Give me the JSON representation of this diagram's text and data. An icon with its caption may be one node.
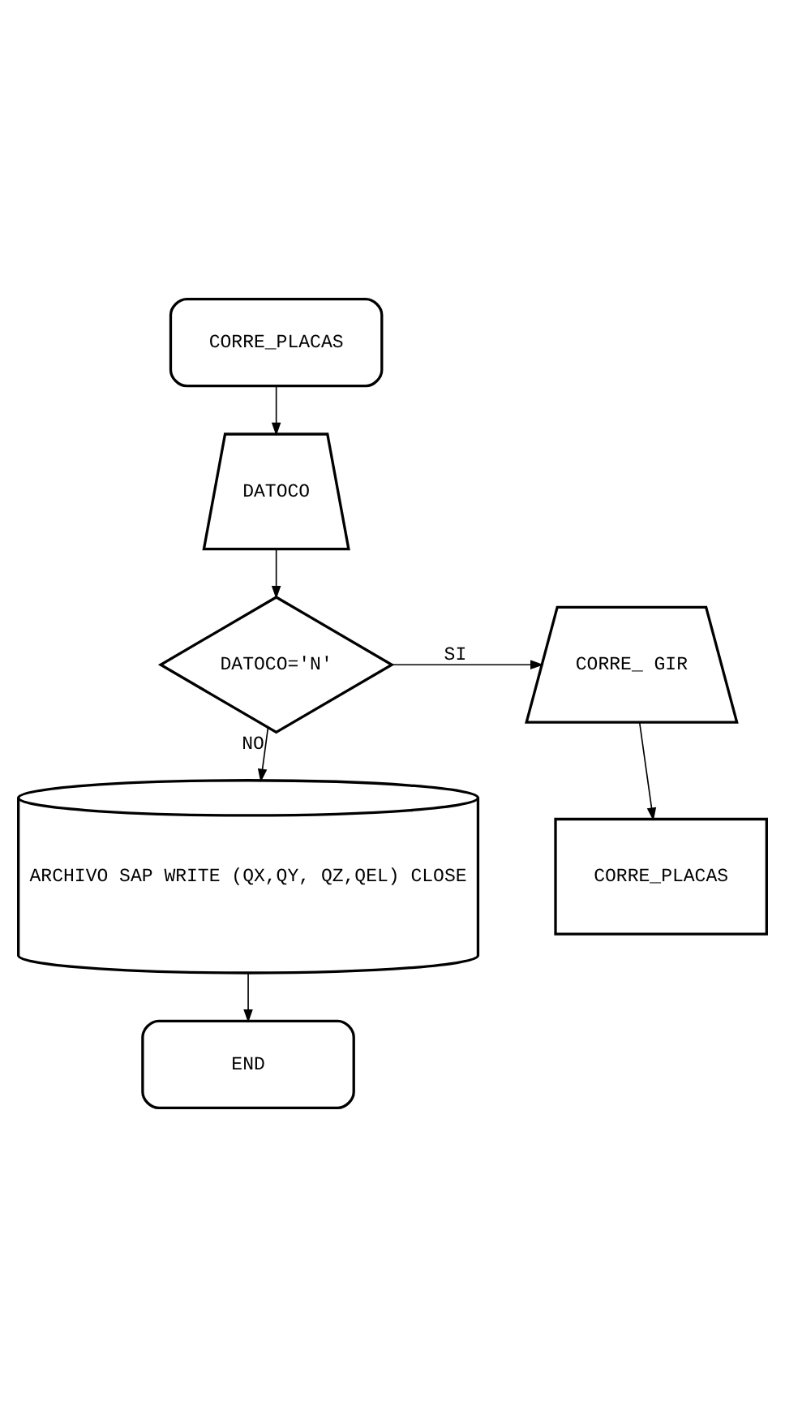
{
  "diagram": {
    "nodes": [
      {
        "text": [
          "CORRE_PLACAS"
        ]
      },
      {
        "text": [
          "DATOCO"
        ]
      },
      {
        "text": [
          "DATOCO='N'"
        ]
      },
      {
        "text": [
          "CORRE_ GIR"
        ]
      },
      {
        "text": [
          "CORRE_PLACAS"
        ]
      },
      {
        "text": [
          "ARCHIVO SAP WRITE (QX,QY, QZ,QEL) CLOSE"
        ]
      },
      {
        "text": [
          "END"
        ]
      }
    ],
    "edges": [
      {
        "from": 0,
        "to": 1,
        "arrow": "to"
      },
      {
        "from": 1,
        "to": 2,
        "arrow": "to"
      },
      {
        "from": 2,
        "to": 3,
        "arrow": "to",
        "label": "SI"
      },
      {
        "from": 2,
        "to": 5,
        "arrow": "to",
        "label": "NO"
      },
      {
        "from": 3,
        "to": 4,
        "arrow": "to"
      },
      {
        "from": 5,
        "to": 6,
        "arrow": "to"
      }
    ]
  }
}
